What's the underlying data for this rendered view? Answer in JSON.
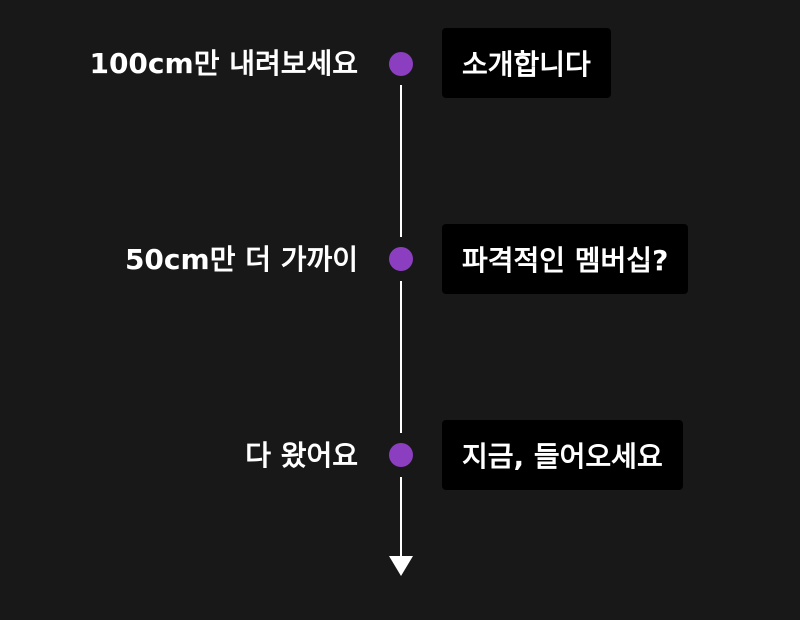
{
  "colors": {
    "accent": "#8b3fc0",
    "background": "#181818",
    "callout_background": "#000000"
  },
  "steps": [
    {
      "label": "100cm만 내려보세요",
      "callout": "소개합니다"
    },
    {
      "label": "50cm만 더 가까이",
      "callout": "파격적인 멤버십?"
    },
    {
      "label": "다 왔어요",
      "callout": "지금, 들어오세요"
    }
  ],
  "timeline": {
    "end_icon": "arrow-down-icon"
  }
}
